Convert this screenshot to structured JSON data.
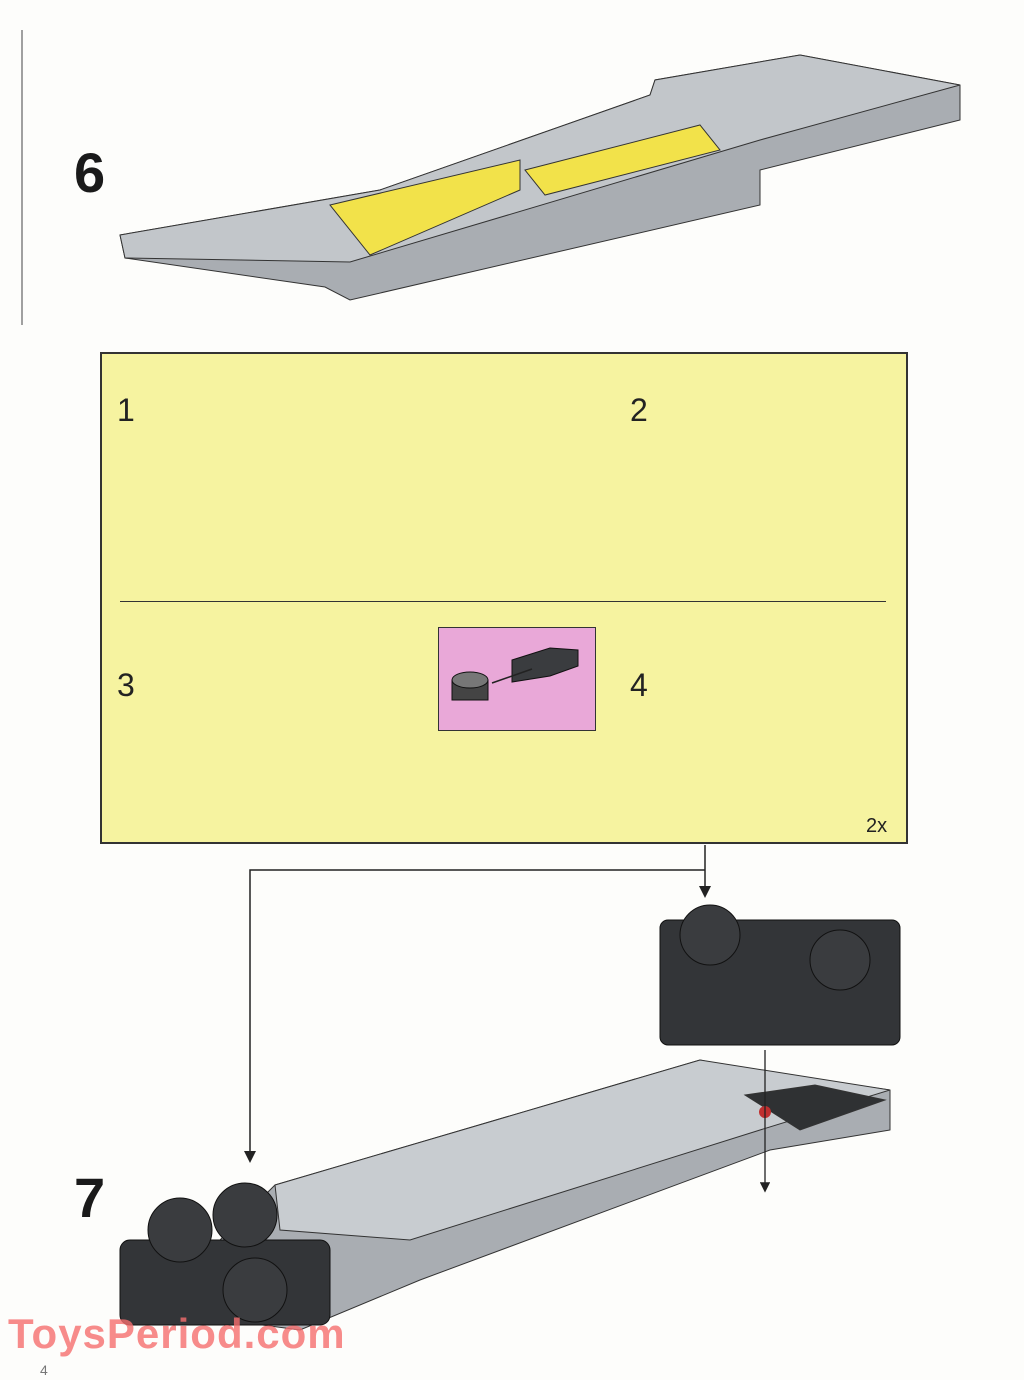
{
  "steps": {
    "main_step_a": "6",
    "main_step_b": "7"
  },
  "sub_assembly": {
    "substeps": [
      "1",
      "2",
      "3",
      "4"
    ],
    "quantity": "2x",
    "panel_color": "#f6f3a0",
    "callout_color": "#e9a8d8"
  },
  "footer": {
    "page_number": "4",
    "watermark": "ToysPeriod.com"
  }
}
